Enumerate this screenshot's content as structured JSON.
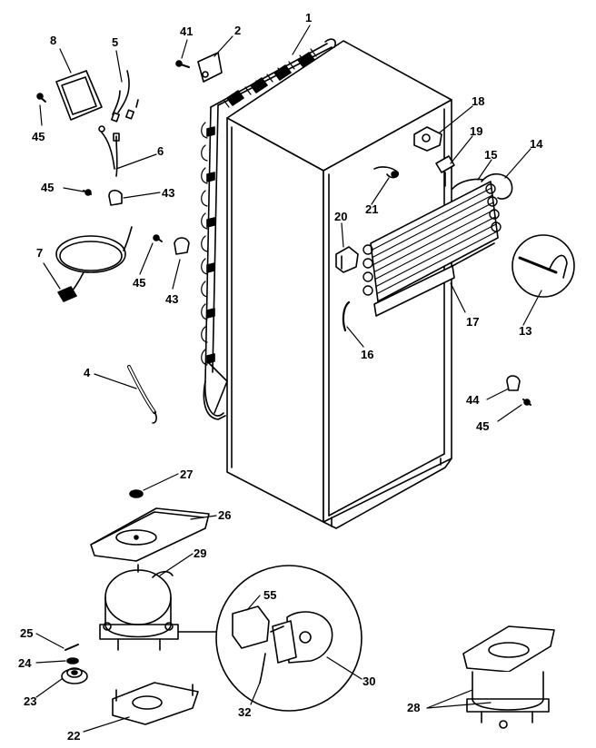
{
  "diagram": {
    "part_labels": {
      "p1": "1",
      "p2": "2",
      "p41": "41",
      "p8": "8",
      "p5": "5",
      "p45a": "45",
      "p6": "6",
      "p45b": "45",
      "p43a": "43",
      "p7": "7",
      "p45c": "45",
      "p43b": "43",
      "p18": "18",
      "p19": "19",
      "p15": "15",
      "p14": "14",
      "p21": "21",
      "p20": "20",
      "p17": "17",
      "p13": "13",
      "p16": "16",
      "p4": "4",
      "p44": "44",
      "p45d": "45",
      "p27": "27",
      "p26": "26",
      "p29": "29",
      "p55": "55",
      "p25": "25",
      "p24": "24",
      "p23": "23",
      "p30": "30",
      "p32": "32",
      "p22": "22",
      "p28": "28"
    }
  }
}
